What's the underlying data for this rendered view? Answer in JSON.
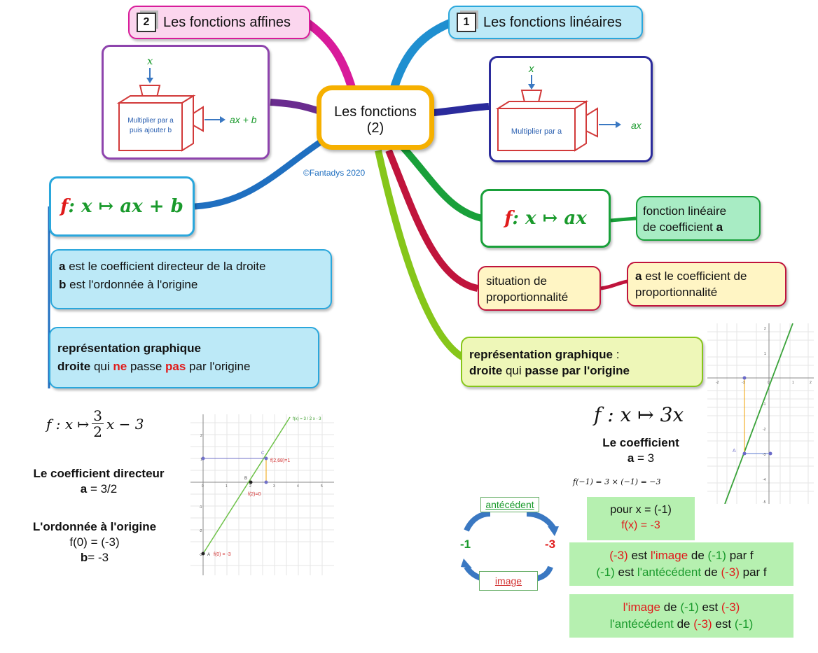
{
  "center": {
    "line1": "Les fonctions",
    "line2": "(2)"
  },
  "copyright": "©Fantadys 2020",
  "affine": {
    "number": "2",
    "title": "Les fonctions affines",
    "machine_input": "x",
    "machine_label_1": "Multiplier par a",
    "machine_label_2": "puis ajouter b",
    "machine_output": "ax + b",
    "formula_f": "f",
    "formula_rest": ": x ↦  ax + b",
    "coef_a_bold": "a",
    "coef_a_text": " est le coefficient directeur de la droite",
    "coef_b_bold": "b",
    "coef_b_text": " est l'ordonnée à l'origine",
    "graph_title": "représentation graphique",
    "graph_line_1": "droite",
    "graph_line_2": " qui ",
    "graph_line_3": "ne",
    "graph_line_4": " passe ",
    "graph_line_5": "pas",
    "graph_line_6": " par l'origine",
    "example_prefix": "f : x ↦",
    "example_num": "3",
    "example_den": "2",
    "example_suffix": "x − 3",
    "coef_title": "Le coefficient directeur",
    "coef_a_label": "a",
    "coef_value": " = 3/2",
    "ord_title": "L'ordonnée à l'origine",
    "ord_f0": "f(0) = (-3)",
    "ord_b_label": "b",
    "ord_b_value": "= -3"
  },
  "lineaire": {
    "number": "1",
    "title": "Les fonctions linéaires",
    "machine_input": "x",
    "machine_label": "Multiplier par a",
    "machine_output": "ax",
    "formula_f": "f",
    "formula_rest": " : x ↦  ax",
    "coef_box_1": "fonction linéaire",
    "coef_box_2": "de coefficient ",
    "coef_box_3": "a",
    "prop_1": "situation de",
    "prop_2": "proportionnalité",
    "prop_coef_bold": "a",
    "prop_coef_text": " est le coefficient de",
    "prop_coef_2": "proportionnalité",
    "graph_title": "représentation graphique",
    "graph_colon": " :",
    "graph_2a": "droite",
    "graph_2b": " qui ",
    "graph_2c": "passe par l'origine",
    "example": "f : x ↦ 3x",
    "coef_title": "Le coefficient",
    "coef_a_label": "a",
    "coef_value": " = 3",
    "calc": "f(−1)  =  3 × (−1)  =  −3",
    "pour_1": "pour x = (-1)",
    "pour_2": "f(x) = -3",
    "cycle_antecedent": "antécédent",
    "cycle_image": "image",
    "cycle_left": "-1",
    "cycle_right": "-3",
    "img1_a": "(-3)",
    "img1_b": " est ",
    "img1_c": "l'image",
    "img1_d": " de ",
    "img1_e": "(-1)",
    "img1_f": " par f",
    "img2_a": "(-1)",
    "img2_b": " est ",
    "img2_c": "l'antécédent",
    "img2_d": " de ",
    "img2_e": "(-3)",
    "img2_f": " par f",
    "img3_a": "l'image",
    "img3_b": " de ",
    "img3_c": "(-1)",
    "img3_d": " est ",
    "img3_e": "(-3)",
    "img4_a": "l'antécédent",
    "img4_b": " de ",
    "img4_c": "(-3)",
    "img4_d": " est ",
    "img4_e": "(-1)"
  },
  "graph_left": {
    "line_label": "f(x) = 3 / 2 x - 3",
    "point_C": "C",
    "point_B": "B",
    "point_A": "A",
    "label_f268": "f(2,68)=1",
    "label_f2": "f(2)=0",
    "label_f0": "f(0) = -3",
    "y_ticks": [
      "2",
      "1",
      "-1",
      "-2",
      "-3"
    ],
    "x_ticks": [
      "0",
      "1",
      "2",
      "3",
      "4",
      "5"
    ]
  },
  "graph_right": {
    "point_A": "A",
    "y_ticks": [
      "2",
      "1",
      "-1",
      "-2",
      "-3",
      "-4",
      "-5"
    ],
    "x_ticks": [
      "-2",
      "-1",
      "0",
      "1",
      "2"
    ]
  },
  "colors": {
    "magenta": "#d81b9a",
    "cyan": "#2aa7dc",
    "purple": "#6a2c8f",
    "navy": "#2b2b9c",
    "blue": "#1f6fc0",
    "green": "#19a03a",
    "crimson": "#c0143c",
    "lime": "#86c61a",
    "orange": "#f6b000"
  }
}
